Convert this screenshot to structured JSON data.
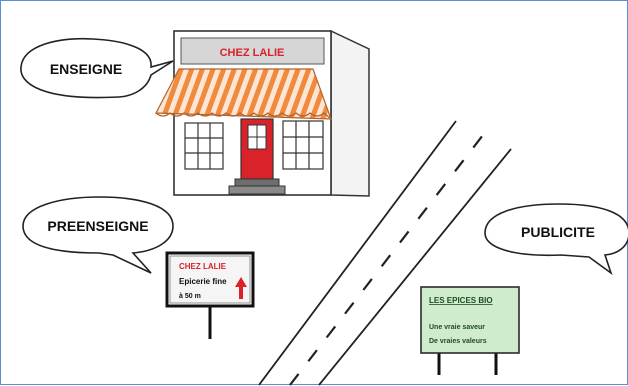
{
  "bubbles": {
    "enseigne": "ENSEIGNE",
    "preenseigne": "PREENSEIGNE",
    "publicite": "PUBLICITE"
  },
  "shop": {
    "sign_text": "CHEZ LALIE"
  },
  "pre_sign": {
    "name": "CHEZ LALIE",
    "line1": "Epicerie fine",
    "line2": "à 50 m"
  },
  "billboard": {
    "title": "LES EPICES BIO",
    "line1": "Une vraie saveur",
    "line2": "De vraies valeurs"
  },
  "colors": {
    "shop_red": "#d9222a",
    "awning_orange": "#f08a3c",
    "billboard_green": "#cfeccc",
    "frame_blue": "#5b8fd0"
  }
}
